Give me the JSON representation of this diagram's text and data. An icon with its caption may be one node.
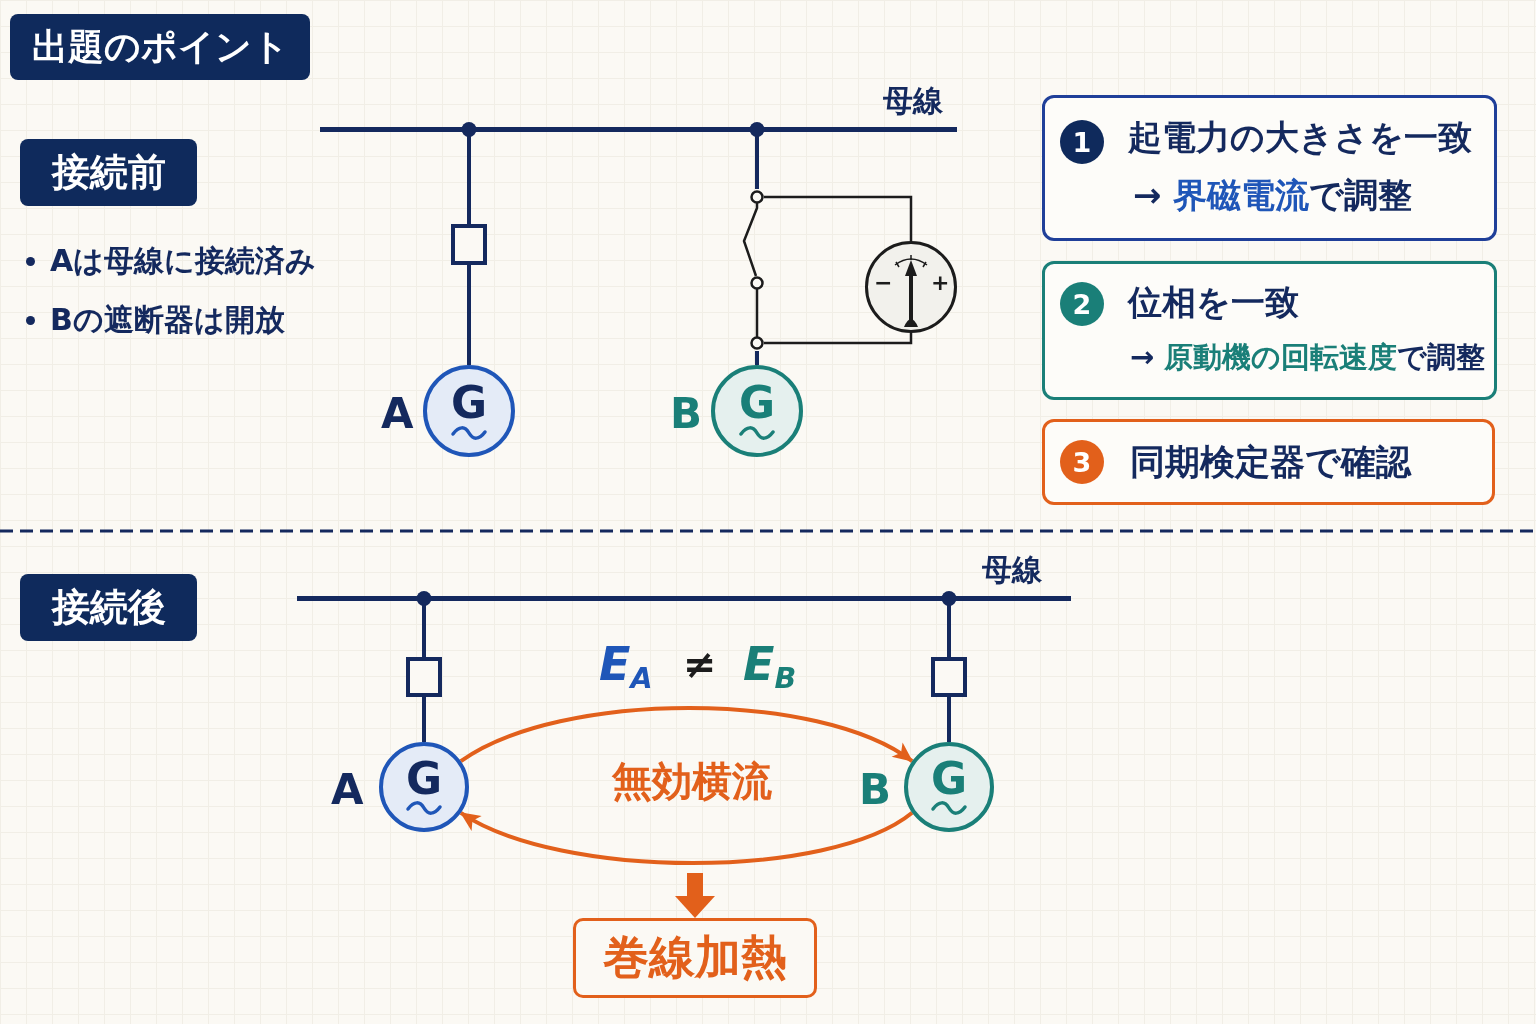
{
  "diagram": {
    "title": "出題のポイント",
    "nodes": [
      {
        "text": [
          "接続前"
        ]
      },
      {
        "text": [
          "母線"
        ]
      },
      {
        "text": [],
        "shape": "box"
      },
      {
        "text": [
          "G"
        ],
        "beside": [
          "A"
        ]
      },
      {
        "text": [],
        "shape": "switch"
      },
      {
        "text": [
          "−",
          "+"
        ]
      },
      {
        "text": [
          "G"
        ],
        "beside": [
          "B"
        ]
      },
      {
        "text": [
          "起電力の大きさを一致",
          "→ **界磁電流**で調整"
        ]
      },
      {
        "text": [
          "1"
        ],
        "in": 7
      },
      {
        "text": [
          "位相を一致",
          "→ **原動機の回転速度**で調整"
        ]
      },
      {
        "text": [
          "2"
        ],
        "in": 9
      },
      {
        "text": [
          "同期検定器で確認"
        ]
      },
      {
        "text": [
          "3"
        ],
        "in": 11
      },
      {
        "text": [
          "接続後"
        ]
      },
      {
        "text": [
          "母線"
        ]
      },
      {
        "text": [],
        "shape": "box"
      },
      {
        "text": [
          "G"
        ],
        "beside": [
          "A"
        ]
      },
      {
        "text": [],
        "shape": "box"
      },
      {
        "text": [
          "G"
        ],
        "beside": [
          "B"
        ]
      },
      {
        "text": [
          "巻線加熱"
        ]
      }
    ],
    "edges": [
      {
        "from": 1,
        "to": 2,
        "arrow": "other"
      },
      {
        "from": 2,
        "to": 3,
        "arrow": "none"
      },
      {
        "from": 1,
        "to": 4,
        "arrow": "other"
      },
      {
        "from": 4,
        "to": 6,
        "arrow": "none"
      },
      {
        "from": 4,
        "to": 5,
        "arrow": "none",
        "color": "#1c1c1c"
      },
      {
        "from": 4,
        "to": 5,
        "arrow": "none",
        "color": "#1c1c1c"
      },
      {
        "from": 14,
        "to": 15,
        "arrow": "other"
      },
      {
        "from": 15,
        "to": 16,
        "arrow": "none"
      },
      {
        "from": 14,
        "to": 17,
        "arrow": "other"
      },
      {
        "from": 17,
        "to": 18,
        "arrow": "none"
      },
      {
        "from": 16,
        "to": 18,
        "arrow": "to",
        "color": "#e2601b"
      },
      {
        "from": 18,
        "to": 16,
        "arrow": "to",
        "color": "#e2601b"
      },
      {
        "from": null,
        "to": 19,
        "arrow": "to",
        "style": "thick",
        "color": "#e2601b"
      }
    ],
    "labels": [
      "Aは母線に接続済み",
      "Bの遮断器は開放",
      "E$_{A}$",
      "≠",
      "E$_{B}$",
      "無効横流"
    ]
  }
}
